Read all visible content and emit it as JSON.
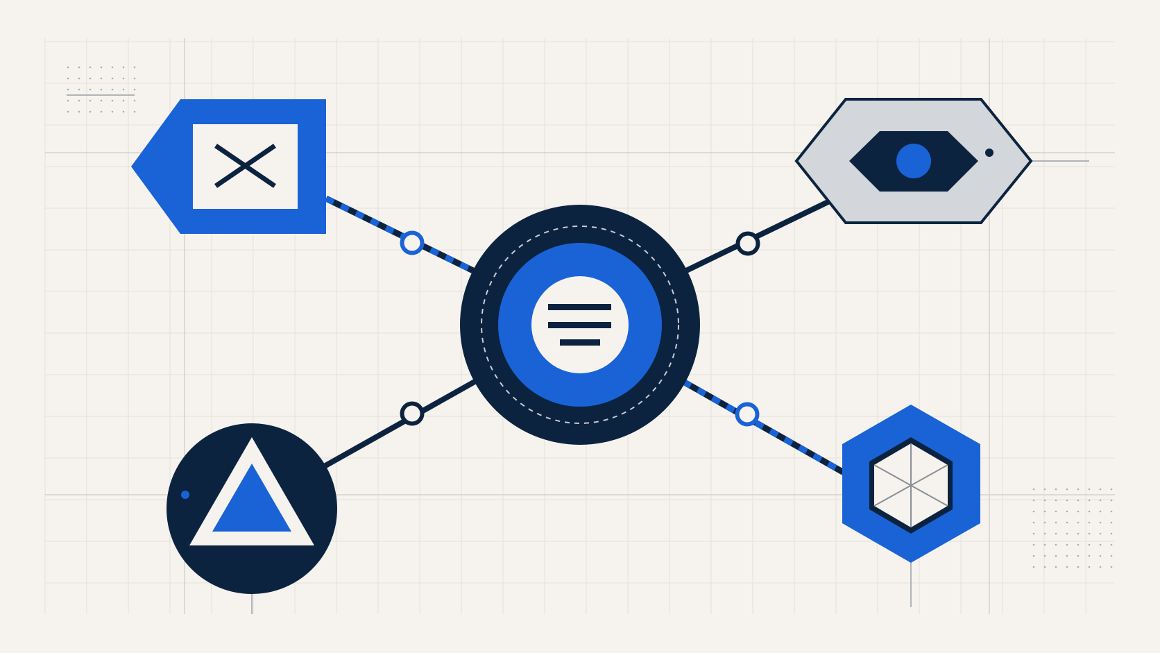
{
  "colors": {
    "background": "#f6f3ee",
    "navy": "#0c2340",
    "blue": "#1963d6",
    "light_gray": "#d3d6da",
    "grid": "#e4e1da",
    "white": "#f6f3ee"
  },
  "diagram": {
    "hub": {
      "icon": "menu-lines-icon"
    },
    "nodes": [
      {
        "id": "top-left",
        "shape": "pentagon-tag",
        "icon": "cross-x-icon",
        "link_style": "dashed-blue"
      },
      {
        "id": "top-right",
        "shape": "hexagon-light",
        "icon": "eye-icon",
        "link_style": "solid-navy"
      },
      {
        "id": "bottom-left",
        "shape": "circle-navy",
        "icon": "triangle-icon",
        "link_style": "solid-navy"
      },
      {
        "id": "bottom-right",
        "shape": "hexagon-blue",
        "icon": "cube-icon",
        "link_style": "dashed-blue"
      }
    ]
  }
}
